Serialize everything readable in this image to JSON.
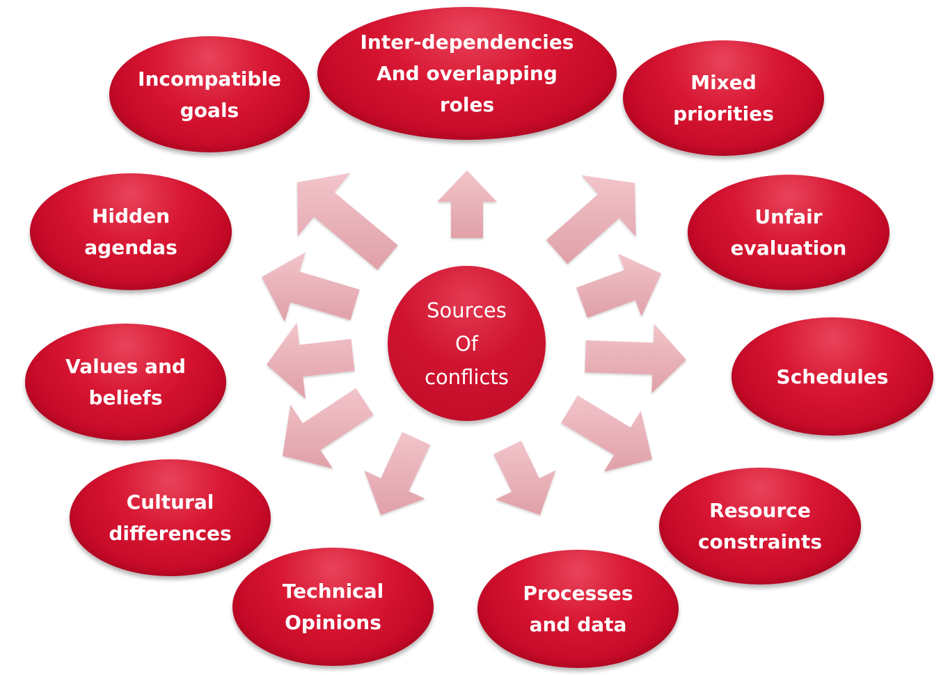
{
  "center": {
    "label": "Sources\nOf\nconflicts"
  },
  "sources": [
    {
      "id": "inter-dependencies",
      "label": "Inter-dependencies\nAnd overlapping\nroles"
    },
    {
      "id": "mixed-priorities",
      "label": "Mixed\npriorities"
    },
    {
      "id": "unfair-evaluation",
      "label": "Unfair\nevaluation"
    },
    {
      "id": "schedules",
      "label": "Schedules"
    },
    {
      "id": "resource-constraints",
      "label": "Resource\nconstraints"
    },
    {
      "id": "processes-and-data",
      "label": "Processes\nand data"
    },
    {
      "id": "technical-opinions",
      "label": "Technical\nOpinions"
    },
    {
      "id": "cultural-differences",
      "label": "Cultural\ndifferences"
    },
    {
      "id": "values-and-beliefs",
      "label": "Values and\nbeliefs"
    },
    {
      "id": "hidden-agendas",
      "label": "Hidden\nagendas"
    },
    {
      "id": "incompatible-goals",
      "label": "Incompatible\ngoals"
    }
  ],
  "colors": {
    "node": "#d01432",
    "arrow": "#e8aab2",
    "text": "#ffffff"
  }
}
